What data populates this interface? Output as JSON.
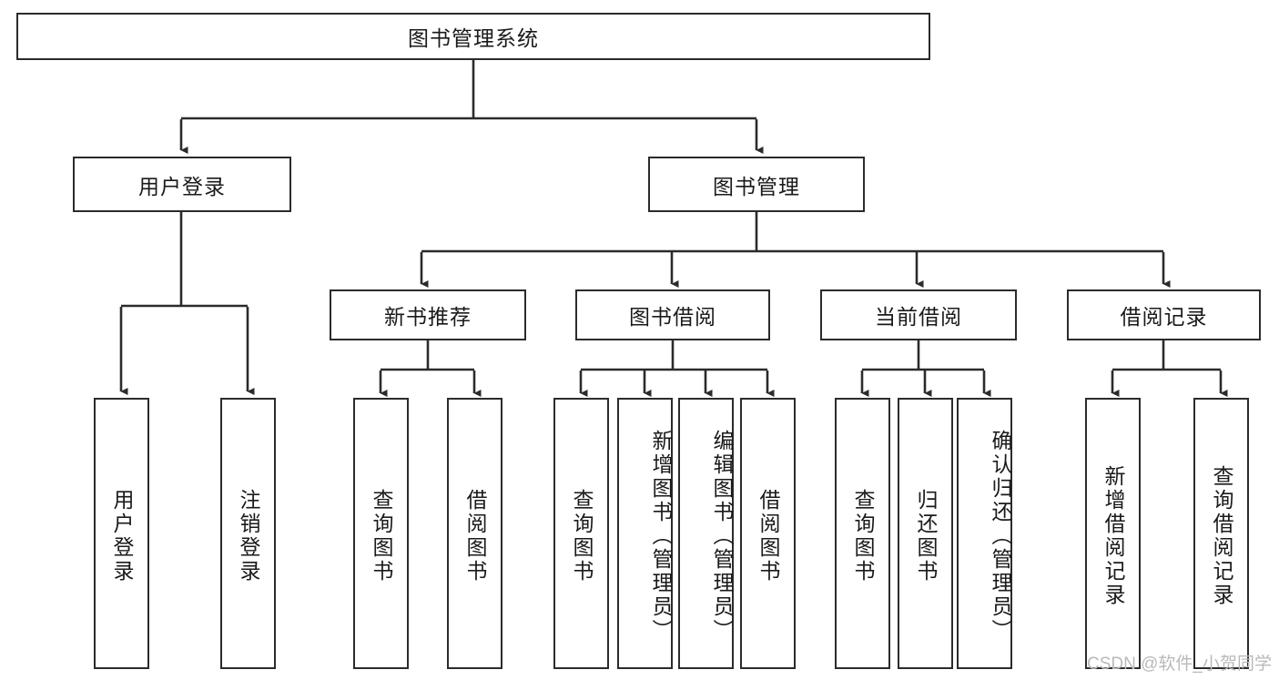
{
  "diagram": {
    "title": "图书管理系统",
    "type": "tree",
    "root": {
      "id": "root",
      "label": "图书管理系统",
      "orientation": "horizontal"
    },
    "level1": [
      {
        "id": "user-login",
        "label": "用户登录",
        "orientation": "horizontal"
      },
      {
        "id": "book-manage",
        "label": "图书管理",
        "orientation": "horizontal"
      }
    ],
    "level2": [
      {
        "id": "new-book-recommend",
        "label": "新书推荐",
        "parent": "book-manage",
        "orientation": "horizontal"
      },
      {
        "id": "book-borrow",
        "label": "图书借阅",
        "parent": "book-manage",
        "orientation": "horizontal"
      },
      {
        "id": "current-borrow",
        "label": "当前借阅",
        "parent": "book-manage",
        "orientation": "horizontal"
      },
      {
        "id": "borrow-record",
        "label": "借阅记录",
        "parent": "book-manage",
        "orientation": "horizontal"
      }
    ],
    "leaves": [
      {
        "id": "leaf-user-login",
        "label": "用户登录",
        "parent": "user-login",
        "orientation": "vertical"
      },
      {
        "id": "leaf-user-logout",
        "label": "注销登录",
        "parent": "user-login",
        "orientation": "vertical"
      },
      {
        "id": "leaf-query-book-1",
        "label": "查询图书",
        "parent": "new-book-recommend",
        "orientation": "vertical"
      },
      {
        "id": "leaf-borrow-book-1",
        "label": "借阅图书",
        "parent": "new-book-recommend",
        "orientation": "vertical"
      },
      {
        "id": "leaf-query-book-2",
        "label": "查询图书",
        "parent": "book-borrow",
        "orientation": "vertical"
      },
      {
        "id": "leaf-add-book",
        "label": "新增图书（管理员）",
        "parent": "book-borrow",
        "orientation": "vertical"
      },
      {
        "id": "leaf-edit-book",
        "label": "编辑图书（管理员）",
        "parent": "book-borrow",
        "orientation": "vertical"
      },
      {
        "id": "leaf-borrow-book-2",
        "label": "借阅图书",
        "parent": "book-borrow",
        "orientation": "vertical"
      },
      {
        "id": "leaf-query-book-3",
        "label": "查询图书",
        "parent": "current-borrow",
        "orientation": "vertical"
      },
      {
        "id": "leaf-return-book",
        "label": "归还图书",
        "parent": "current-borrow",
        "orientation": "vertical"
      },
      {
        "id": "leaf-confirm-return",
        "label": "确认归还（管理员）",
        "parent": "current-borrow",
        "orientation": "vertical"
      },
      {
        "id": "leaf-add-record",
        "label": "新增借阅记录",
        "parent": "borrow-record",
        "orientation": "vertical"
      },
      {
        "id": "leaf-query-record",
        "label": "查询借阅记录",
        "parent": "borrow-record",
        "orientation": "vertical"
      }
    ],
    "colors": {
      "border": "#2b2b2b",
      "background": "#ffffff",
      "text": "#1a1a1a",
      "edge": "#2b2b2b",
      "watermark": "#b9b9b9"
    }
  },
  "watermark": {
    "text": "CSDN @软件_小贺同学"
  }
}
